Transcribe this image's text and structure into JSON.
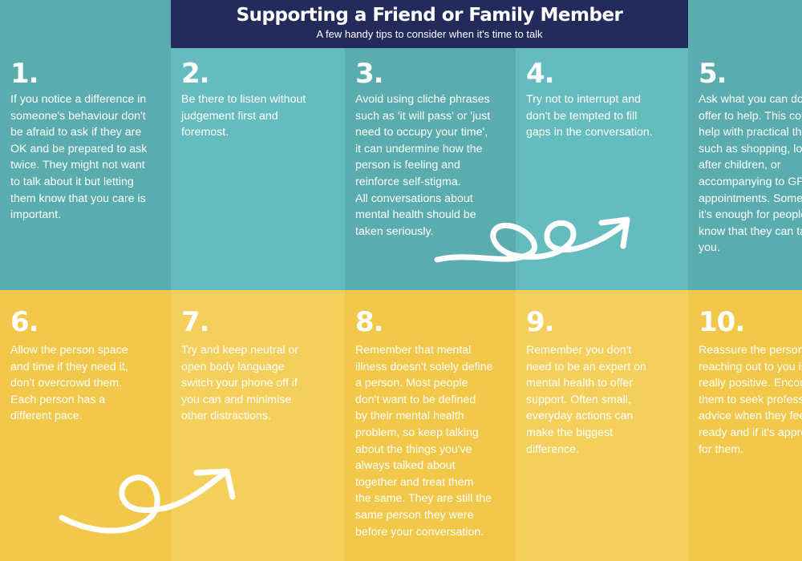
{
  "header": {
    "title": "Supporting a Friend or Family Member",
    "subtitle": "A few handy tips to consider when it's time to talk"
  },
  "colors": {
    "navy": "#232a5c",
    "teal_dark": "#5aacae",
    "teal_light": "#65bcbf",
    "yellow_dark": "#f1c84a",
    "yellow_light": "#f4cf5c"
  },
  "tips": [
    {
      "number": "1.",
      "lines": [
        "If you notice a difference in",
        "someone's behaviour don't",
        "be afraid to ask if they are",
        "OK and be prepared to ask",
        "twice. They might not want",
        "to talk about it but letting",
        "them know that you care is",
        "important."
      ]
    },
    {
      "number": "2.",
      "lines": [
        "Be there to listen without",
        "judgement first and",
        "foremost."
      ]
    },
    {
      "number": "3.",
      "lines": [
        "Avoid using cliché phrases",
        "such as 'it will pass' or 'just",
        "need to occupy your time',",
        "it can undermine how the",
        "person is feeling and",
        "reinforce self-stigma.",
        "All conversations about",
        "mental health should be",
        "taken seriously."
      ]
    },
    {
      "number": "4.",
      "lines": [
        "Try not to interrupt and",
        "don't be tempted to fill",
        "gaps in the conversation."
      ]
    },
    {
      "number": "5.",
      "lines": [
        "Ask what you can do or",
        "offer to help. This could",
        "help with practical things",
        "such as shopping, looking",
        "after children, or",
        "accompanying to GP",
        "appointments. Sometimes",
        "it's enough for people to",
        "know that they can talk to",
        "you."
      ]
    },
    {
      "number": "6.",
      "lines": [
        "Allow the person space",
        "and time if they need it,",
        "don't overcrowd them.",
        "Each person has a",
        "different pace."
      ]
    },
    {
      "number": "7.",
      "lines": [
        "Try and keep neutral or",
        "open body language",
        "switch your phone off if",
        "you can and minimise",
        "other distractions."
      ]
    },
    {
      "number": "8.",
      "lines": [
        "Remember that mental",
        "illness doesn't solely define",
        "a person. Most people",
        "don't want to be defined",
        "by their mental health",
        "problem, so keep talking",
        "about the things you've",
        "always talked about",
        "together and treat them",
        "the same. They are still the",
        "same person they were",
        "before your conversation."
      ]
    },
    {
      "number": "9.",
      "lines": [
        "Remember you don't",
        "need to be an expert on",
        "mental health to offer",
        "support. Often small,",
        "everyday actions can",
        "make the biggest",
        "difference."
      ]
    },
    {
      "number": "10.",
      "lines": [
        "Reassure the person that",
        "reaching out to you is",
        "really positive. Encourage",
        "them to seek professional",
        "advice when they feel",
        "ready and if it's appropriate",
        "for them."
      ]
    }
  ]
}
